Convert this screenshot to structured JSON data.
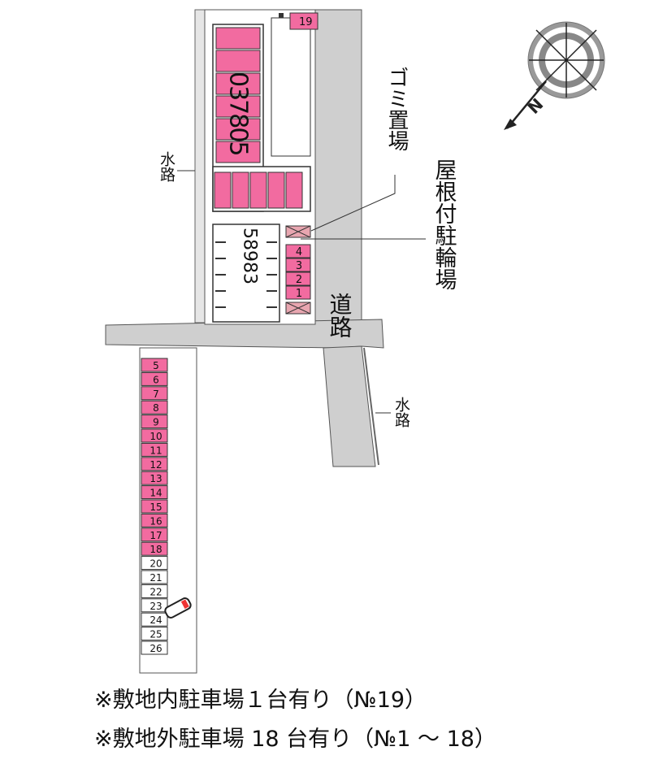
{
  "labels": {
    "waterway": "水路",
    "road": "道路",
    "garbage": "ゴミ置場",
    "covered_bike": "屋根付駐輪場",
    "north": "N"
  },
  "building_top_numbers": "037805",
  "building_bottom_numbers": "58983",
  "onsite_space": "19",
  "bike_spaces": [
    "4",
    "3",
    "2",
    "1"
  ],
  "offsite_available": [
    "5",
    "6",
    "7",
    "8",
    "9",
    "10",
    "11",
    "12",
    "13",
    "14",
    "15",
    "16",
    "17",
    "18"
  ],
  "offsite_occupied": [
    "20",
    "21",
    "22",
    "23",
    "24",
    "25",
    "26"
  ],
  "notes": [
    "※敷地内駐車場１台有り（№19）",
    "※敷地外駐車場 18 台有り（№1 ～ 18）"
  ],
  "colors": {
    "available": "#f26ba0",
    "road": "#cfcfcf",
    "building": "#ffffff",
    "outline": "#333333",
    "bike_shelter": "#e8a6b0"
  }
}
